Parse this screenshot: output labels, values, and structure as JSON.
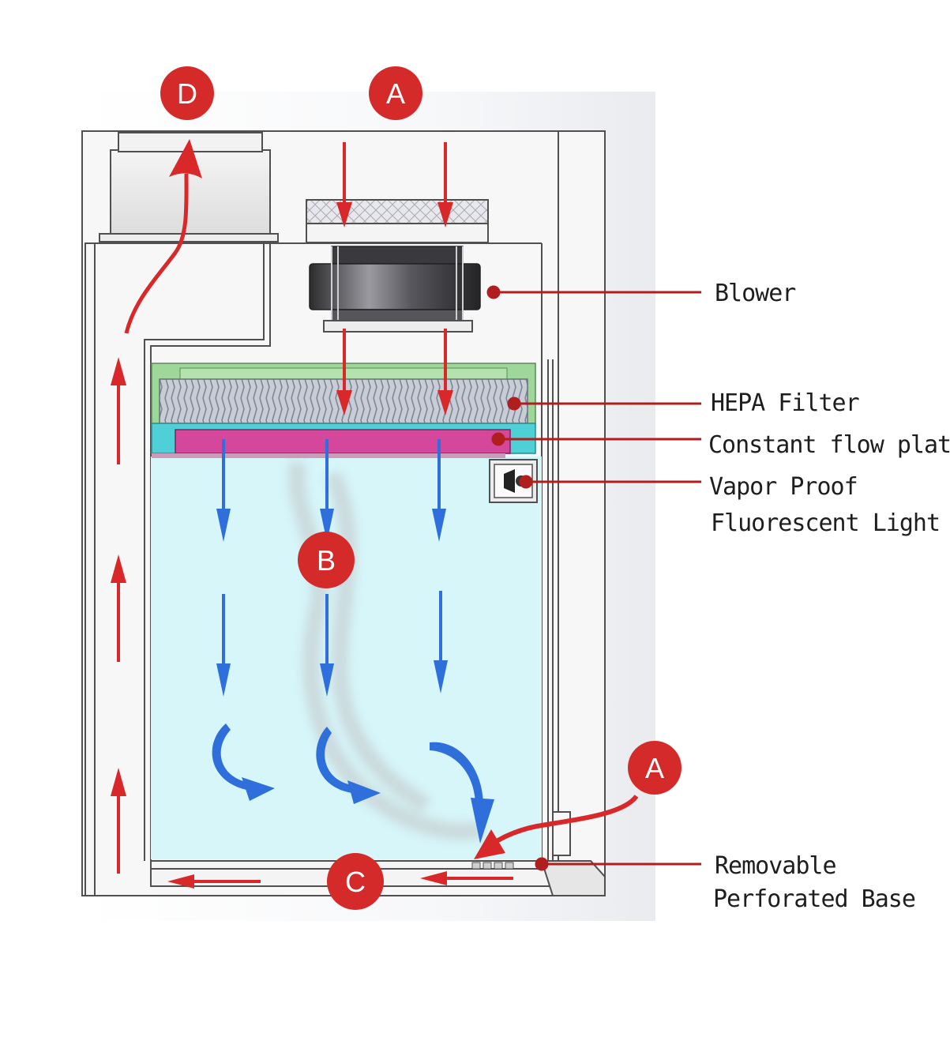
{
  "badges": {
    "d": "D",
    "a_top": "A",
    "b": "B",
    "a_side": "A",
    "c": "C"
  },
  "labels": {
    "blower": "Blower",
    "hepa_filter": "HEPA Filter",
    "constant_flow_plate": "Constant flow plate",
    "vapor_proof_line1": "Vapor Proof",
    "vapor_proof_line2": "Fluorescent Light",
    "removable_line1": "Removable",
    "removable_line2": "Perforated Base"
  },
  "colors": {
    "badge": "#d42a2a",
    "red_arrow": "#d8282a",
    "blue_arrow": "#2f6fdc",
    "work_zone": "#d6f6fa",
    "hepa_frame": "#9fd79a",
    "flow_plate": "#d4479b",
    "plate_frame": "#4fd0d6",
    "leader_line": "#b01e1e"
  }
}
